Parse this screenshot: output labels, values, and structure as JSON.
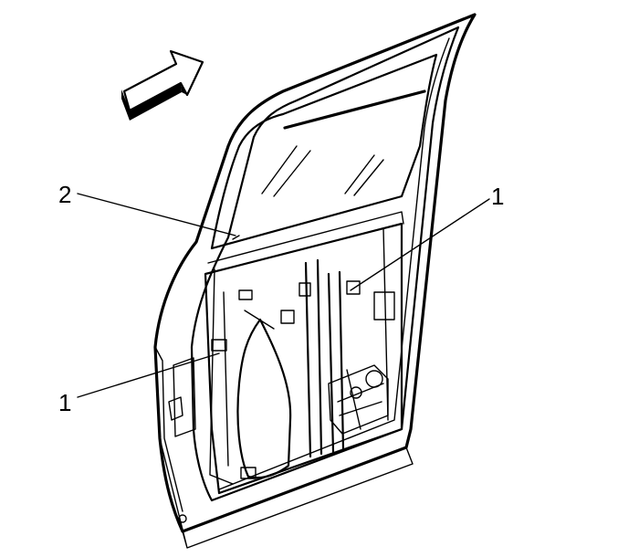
{
  "callouts": {
    "label_2": "2",
    "label_1_right": "1",
    "label_1_left": "1"
  },
  "colors": {
    "ink": "#000000",
    "background": "#ffffff"
  },
  "icons": {
    "direction_arrow": "arrow-forward-icon"
  }
}
